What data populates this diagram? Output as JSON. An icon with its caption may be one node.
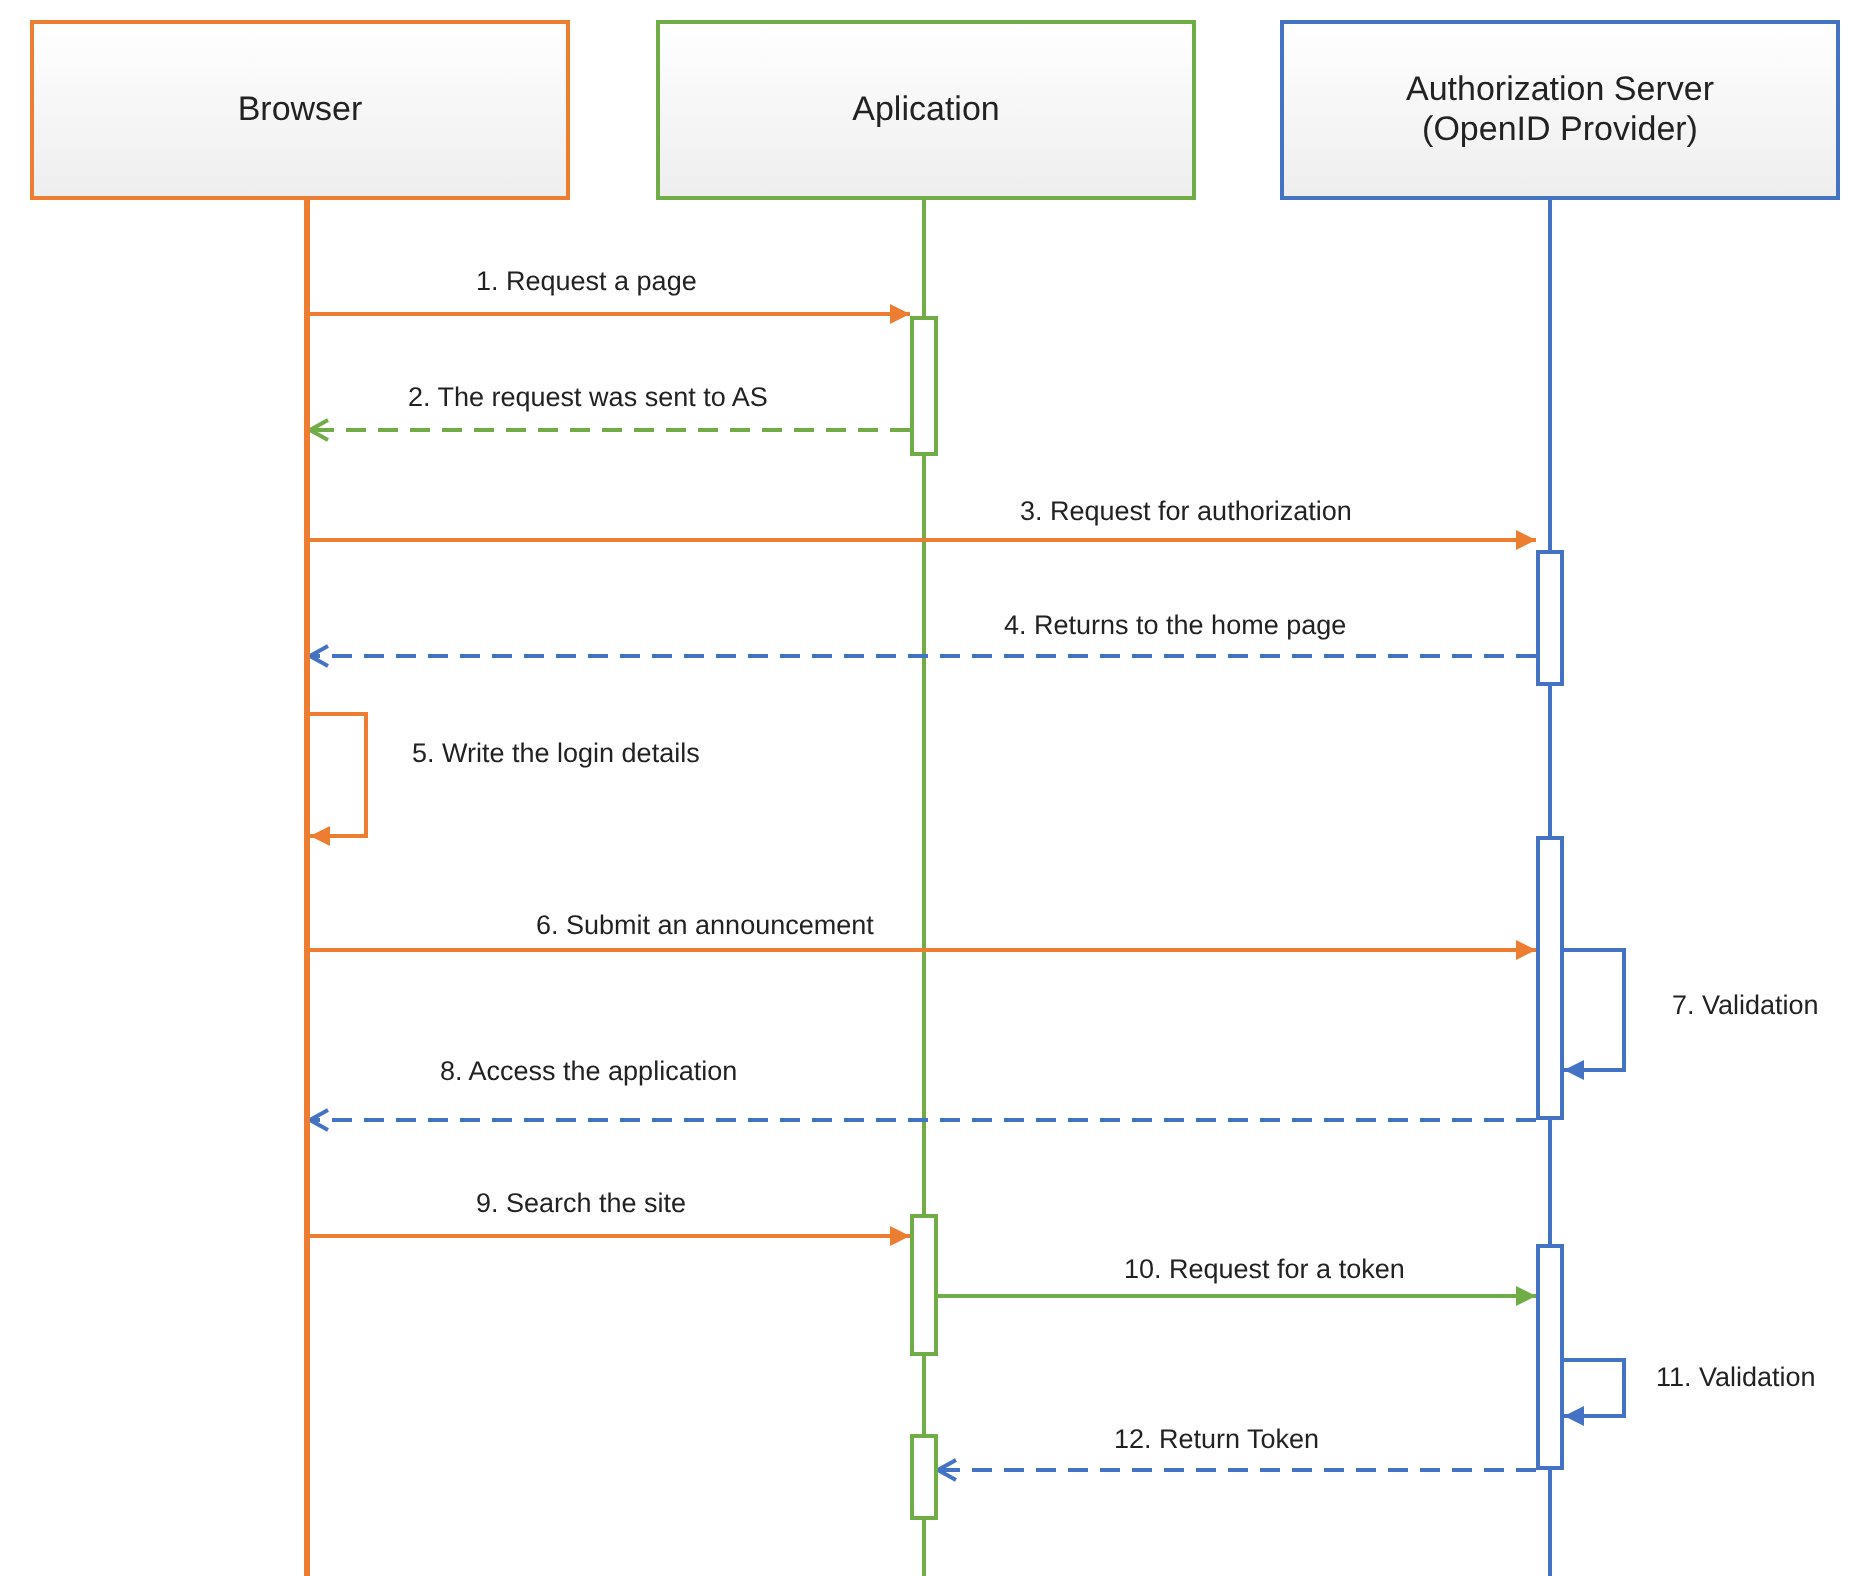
{
  "diagram": {
    "nodes": [
      {
        "text": [
          "Browser"
        ]
      },
      {
        "text": [
          "Aplication"
        ]
      },
      {
        "text": [
          "Authorization Server (OpenID Provider)"
        ]
      },
      {
        "text": [],
        "shape": "bar"
      },
      {
        "text": [],
        "shape": "bar"
      },
      {
        "text": [],
        "shape": "bar"
      },
      {
        "text": [],
        "shape": "bar"
      },
      {
        "text": [],
        "shape": "bar"
      },
      {
        "text": [],
        "shape": "bar"
      },
      {
        "text": [],
        "shape": "bar"
      }
    ],
    "edges": [
      {
        "from": 3,
        "to": 4,
        "arrow": "to",
        "label": "1. Request a page"
      },
      {
        "from": 4,
        "to": 3,
        "arrow": "to",
        "label": "2. The request was sent to AS",
        "style": "dashed",
        "color": "#70ad47"
      },
      {
        "from": 3,
        "to": 5,
        "arrow": "to",
        "label": "3. Request for authorization"
      },
      {
        "from": 5,
        "to": 3,
        "arrow": "to",
        "label": "4. Returns to the home page",
        "style": "dashed",
        "color": "#4472c4"
      },
      {
        "from": 3,
        "to": 3,
        "arrow": "to",
        "label": "5. Write the login details"
      },
      {
        "from": 3,
        "to": 6,
        "arrow": "to",
        "label": "6. Submit an announcement"
      },
      {
        "from": 6,
        "to": 6,
        "arrow": "to",
        "label": "7. Validation",
        "color": "#4472c4"
      },
      {
        "from": 6,
        "to": 3,
        "arrow": "to",
        "label": "8. Access the application",
        "style": "dashed",
        "color": "#4472c4"
      },
      {
        "from": 3,
        "to": 7,
        "arrow": "to",
        "label": "9. Search the site"
      },
      {
        "from": 7,
        "to": 8,
        "arrow": "to",
        "label": "10. Request for a token",
        "color": "#70ad47"
      },
      {
        "from": 8,
        "to": 8,
        "arrow": "to",
        "label": "11. Validation",
        "color": "#4472c4"
      },
      {
        "from": 8,
        "to": 9,
        "arrow": "to",
        "label": "12.  Return Token",
        "style": "dashed",
        "color": "#4472c4"
      }
    ]
  }
}
